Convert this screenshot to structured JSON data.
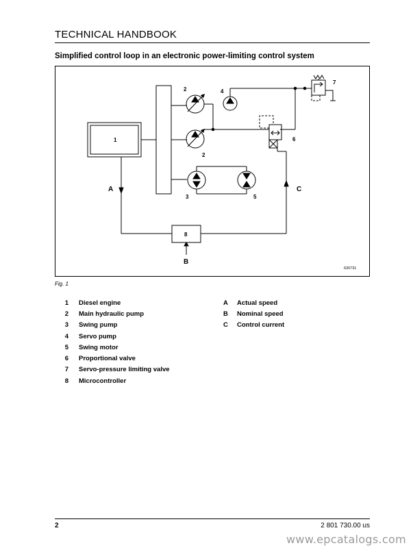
{
  "header": {
    "title": "TECHNICAL HANDBOOK"
  },
  "section": {
    "title": "Simplified control loop in an electronic power-limiting control system"
  },
  "figure": {
    "caption": "Fig. 1",
    "code": "630731",
    "labels": {
      "n1": "1",
      "n2a": "2",
      "n2b": "2",
      "n3": "3",
      "n4": "4",
      "n5": "5",
      "n6": "6",
      "n7": "7",
      "n8": "8",
      "a": "A",
      "b": "B",
      "c": "C"
    }
  },
  "legend": {
    "numbered": [
      {
        "key": "1",
        "label": "Diesel engine"
      },
      {
        "key": "2",
        "label": "Main hydraulic pump"
      },
      {
        "key": "3",
        "label": "Swing pump"
      },
      {
        "key": "4",
        "label": "Servo pump"
      },
      {
        "key": "5",
        "label": "Swing motor"
      },
      {
        "key": "6",
        "label": "Proportional valve"
      },
      {
        "key": "7",
        "label": "Servo-pressure limiting valve"
      },
      {
        "key": "8",
        "label": "Microcontroller"
      }
    ],
    "lettered": [
      {
        "key": "A",
        "label": "Actual speed"
      },
      {
        "key": "B",
        "label": "Nominal speed"
      },
      {
        "key": "C",
        "label": "Control current"
      }
    ]
  },
  "footer": {
    "page": "2",
    "doc_number": "2 801 730.00 us"
  },
  "watermark": {
    "text": "www.epcatalogs.com"
  }
}
